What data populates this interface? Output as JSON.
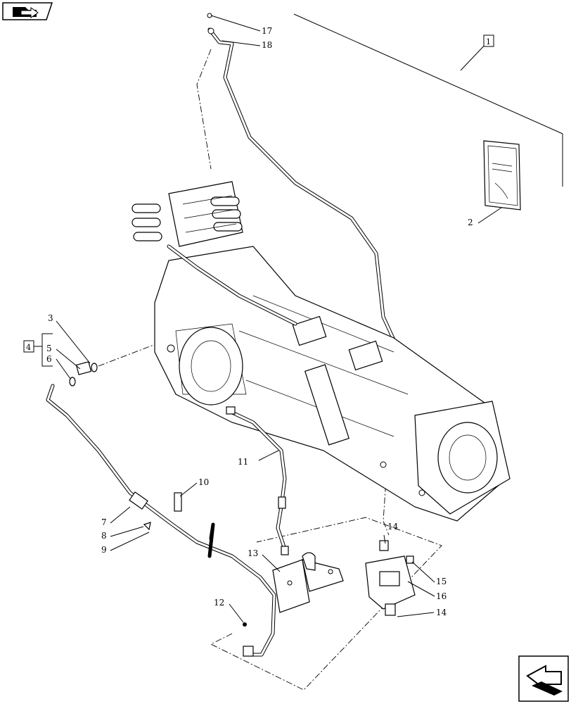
{
  "navigation": {
    "top_icon": "folder-arrow-icon",
    "bottom_icon": "next-page-arrow-icon"
  },
  "callouts": {
    "c1": "1",
    "c2": "2",
    "c3": "3",
    "c4": "4",
    "c5": "5",
    "c6": "6",
    "c7": "7",
    "c8": "8",
    "c9": "9",
    "c10": "10",
    "c11": "11",
    "c12": "12",
    "c13": "13",
    "c14a": "14",
    "c14b": "14",
    "c15": "15",
    "c16": "16",
    "c17": "17",
    "c18": "18"
  }
}
